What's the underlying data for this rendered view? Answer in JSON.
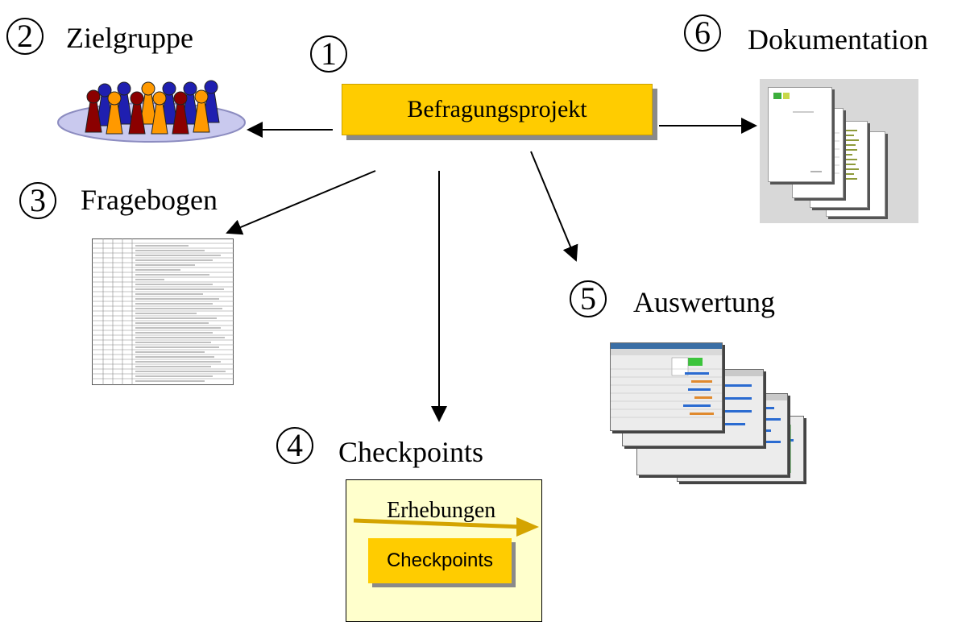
{
  "center": {
    "number": "1",
    "label": "Befragungsprojekt"
  },
  "steps": {
    "zielgruppe": {
      "number": "2",
      "label": "Zielgruppe"
    },
    "fragebogen": {
      "number": "3",
      "label": "Fragebogen"
    },
    "checkpoints": {
      "number": "4",
      "label": "Checkpoints"
    },
    "auswertung": {
      "number": "5",
      "label": "Auswertung"
    },
    "dokumentation": {
      "number": "6",
      "label": "Dokumentation"
    }
  },
  "checkpoint_panel": {
    "arrow_label": "Erhebungen",
    "box_label": "Checkpoints"
  },
  "colors": {
    "accent": "#ffcc00",
    "panel": "#ffffcc",
    "pawn_red": "#8b0000",
    "pawn_orange": "#ff9900",
    "pawn_blue": "#1f1fb0",
    "platter": "#c9c9ee"
  }
}
